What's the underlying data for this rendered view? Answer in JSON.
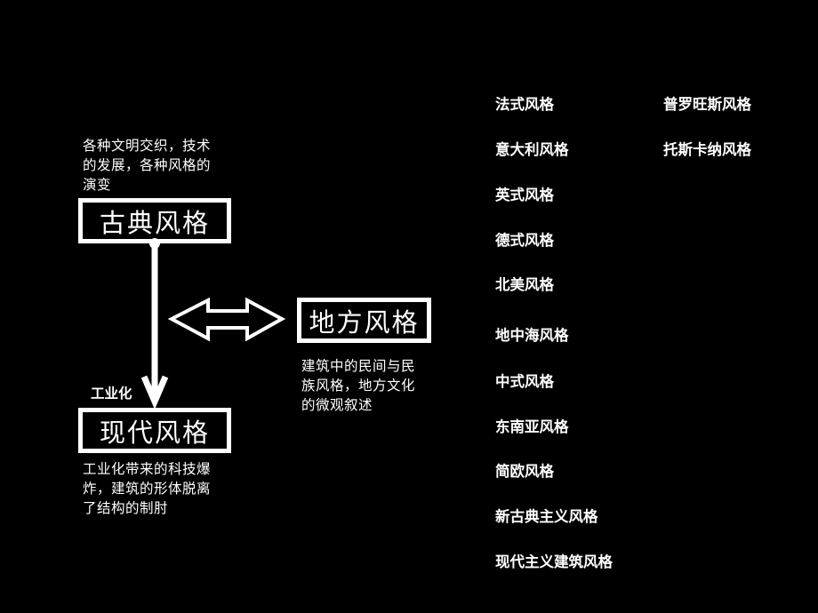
{
  "diagram": {
    "classical": {
      "label": "古典风格",
      "note": "各种文明交织，技术\n的发展，各种风格的\n演变"
    },
    "regional": {
      "label": "地方风格",
      "note": "建筑中的民间与民\n族风格，地方文化\n的微观叙述"
    },
    "modern": {
      "label": "现代风格",
      "note": "工业化带来的科技爆\n炸，建筑的形体脱离\n了结构的制肘"
    },
    "edge_label": "工业化"
  },
  "styles": {
    "column1": [
      "法式风格",
      "意大利风格",
      "英式风格",
      "德式风格",
      "北美风格",
      "地中海风格",
      "中式风格",
      "东南亚风格",
      "简欧风格",
      "新古典主义风格",
      "现代主义建筑风格"
    ],
    "column2": [
      "普罗旺斯风格",
      "托斯卡纳风格"
    ]
  }
}
